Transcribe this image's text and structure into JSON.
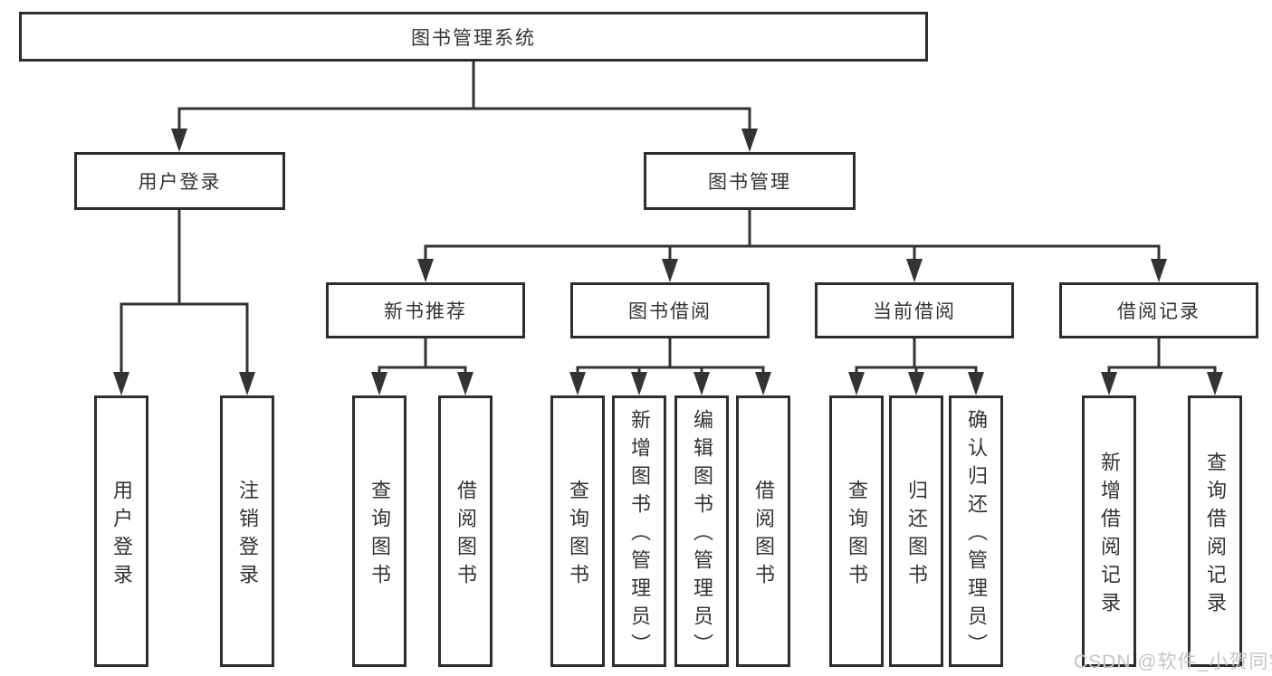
{
  "tree": {
    "label": "图书管理系统",
    "children": [
      {
        "label": "用户登录",
        "children": [
          {
            "label": "用户登录"
          },
          {
            "label": "注销登录"
          }
        ]
      },
      {
        "label": "图书管理",
        "children": [
          {
            "label": "新书推荐",
            "children": [
              {
                "label": "查询图书"
              },
              {
                "label": "借阅图书"
              }
            ]
          },
          {
            "label": "图书借阅",
            "children": [
              {
                "label": "查询图书"
              },
              {
                "label": "新增图书（管理员）"
              },
              {
                "label": "编辑图书（管理员）"
              },
              {
                "label": "借阅图书"
              }
            ]
          },
          {
            "label": "当前借阅",
            "children": [
              {
                "label": "查询图书"
              },
              {
                "label": "归还图书"
              },
              {
                "label": "确认归还（管理员）"
              }
            ]
          },
          {
            "label": "借阅记录",
            "children": [
              {
                "label": "新增借阅记录"
              },
              {
                "label": "查询借阅记录"
              }
            ]
          }
        ]
      }
    ]
  },
  "watermark": {
    "text": "CSDN @软件_小贺同学"
  },
  "colors": {
    "line": "#333333",
    "box_border": "#2d2d2d",
    "text": "#333333",
    "background": "#ffffff",
    "watermark": "#c5c5c5"
  }
}
